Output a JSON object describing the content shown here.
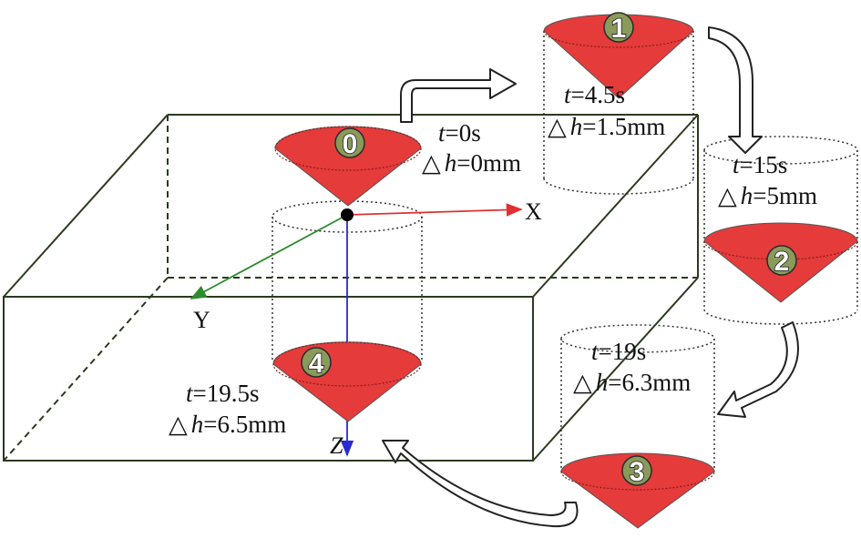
{
  "colors": {
    "cone": "#e53b3b",
    "box": "#2b3a1f",
    "x_axis": "#e03030",
    "y_axis": "#2e8b2e",
    "z_axis": "#2a2ad0",
    "arrow_fill": "#ffffff"
  },
  "axes": {
    "x": "X",
    "y": "Y",
    "z": "Z"
  },
  "stages": [
    {
      "num": "0",
      "t": "t",
      "t_val": "=0s",
      "h_delta": "△",
      "h": "h",
      "h_val": "=0mm"
    },
    {
      "num": "1",
      "t": "t",
      "t_val": "=4.5s",
      "h_delta": "△",
      "h": "h",
      "h_val": "=1.5mm"
    },
    {
      "num": "2",
      "t": "t",
      "t_val": "=15s",
      "h_delta": "△",
      "h": "h",
      "h_val": "=5mm"
    },
    {
      "num": "3",
      "t": "t",
      "t_val": "=19s",
      "h_delta": "△",
      "h": "h",
      "h_val": "=6.3mm"
    },
    {
      "num": "4",
      "t": "t",
      "t_val": "=19.5s",
      "h_delta": "△",
      "h": "h",
      "h_val": "=6.5mm"
    }
  ],
  "icons": {
    "flow_arrow": "right-curved-arrow"
  }
}
